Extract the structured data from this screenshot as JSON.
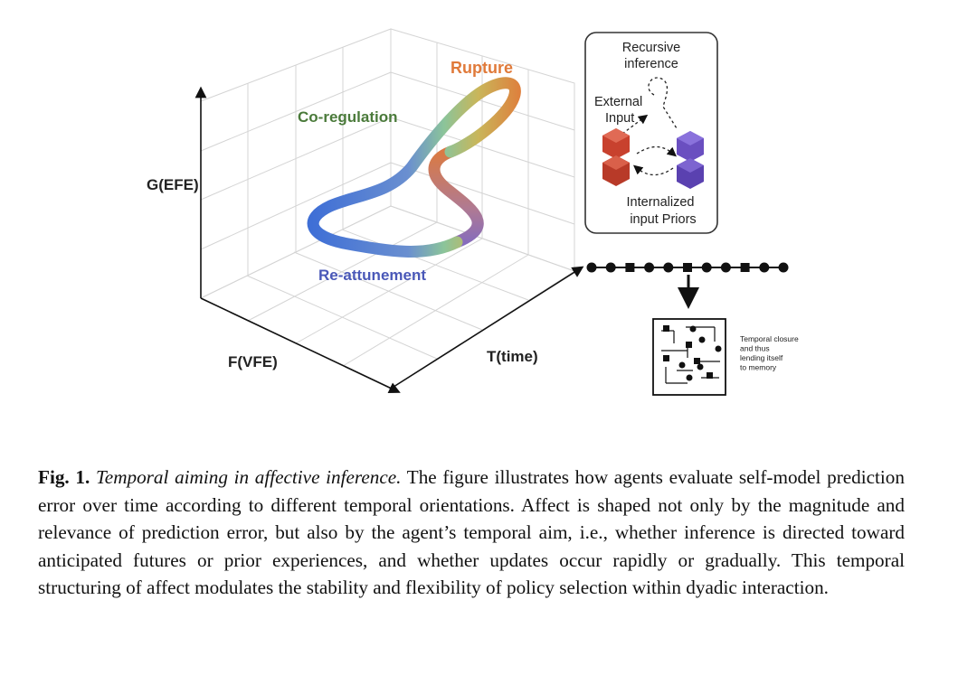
{
  "figure": {
    "axes": {
      "z_label": "G(EFE)",
      "x_label": "F(VFE)",
      "t_label": "T(time)"
    },
    "phases": {
      "rupture": "Rupture",
      "co_regulation": "Co-regulation",
      "re_attunement": "Re-attunement"
    },
    "colors": {
      "rupture": "#e07a3a",
      "co_regulation": "#4a7a3a",
      "re_attunement": "#4a58b8",
      "cube_red": "#c8412e",
      "cube_purple": "#6a4fc0"
    },
    "panel": {
      "recursive_line1": "Recursive",
      "recursive_line2": "inference",
      "external_line1": "External",
      "external_line2": "Input",
      "internal_line1": "Internalized",
      "internal_line2": "input Priors"
    },
    "memory": {
      "sequence": [
        "circle",
        "circle",
        "square",
        "circle",
        "circle",
        "square",
        "circle",
        "circle",
        "square",
        "circle",
        "circle"
      ],
      "note_lines": [
        "Temporal closure",
        "and thus",
        "lending itself",
        "to memory"
      ]
    }
  },
  "caption": {
    "label": "Fig. 1.",
    "title": "Temporal aiming in affective inference.",
    "body": " The figure illustrates how agents evaluate self-model prediction error over time according to different temporal orientations. Affect is shaped not only by the magnitude and relevance of prediction error, but also by the agent’s temporal aim, i.e., whether inference is directed toward anticipated futures or prior experiences, and whether updates occur rapidly or gradually. This temporal structuring of affect modulates the stability and flexibility of policy selection within dyadic interaction."
  }
}
